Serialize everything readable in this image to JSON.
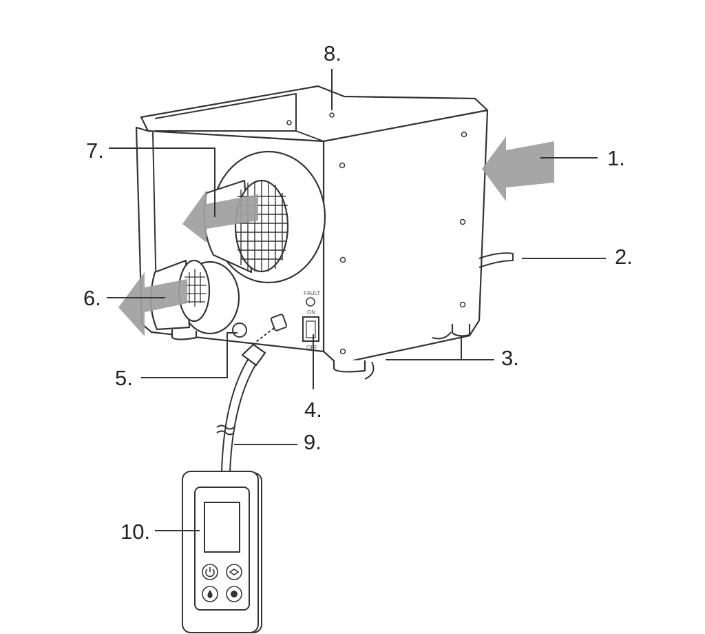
{
  "diagram": {
    "callouts": [
      "1.",
      "2.",
      "3.",
      "4.",
      "5.",
      "6.",
      "7.",
      "8.",
      "9.",
      "10."
    ],
    "switch_labels": {
      "fault": "FAULT",
      "on": "ON",
      "off": "OFF"
    },
    "colors": {
      "outline": "#333333",
      "arrow": "#9e9e9e",
      "background": "#ffffff"
    }
  }
}
